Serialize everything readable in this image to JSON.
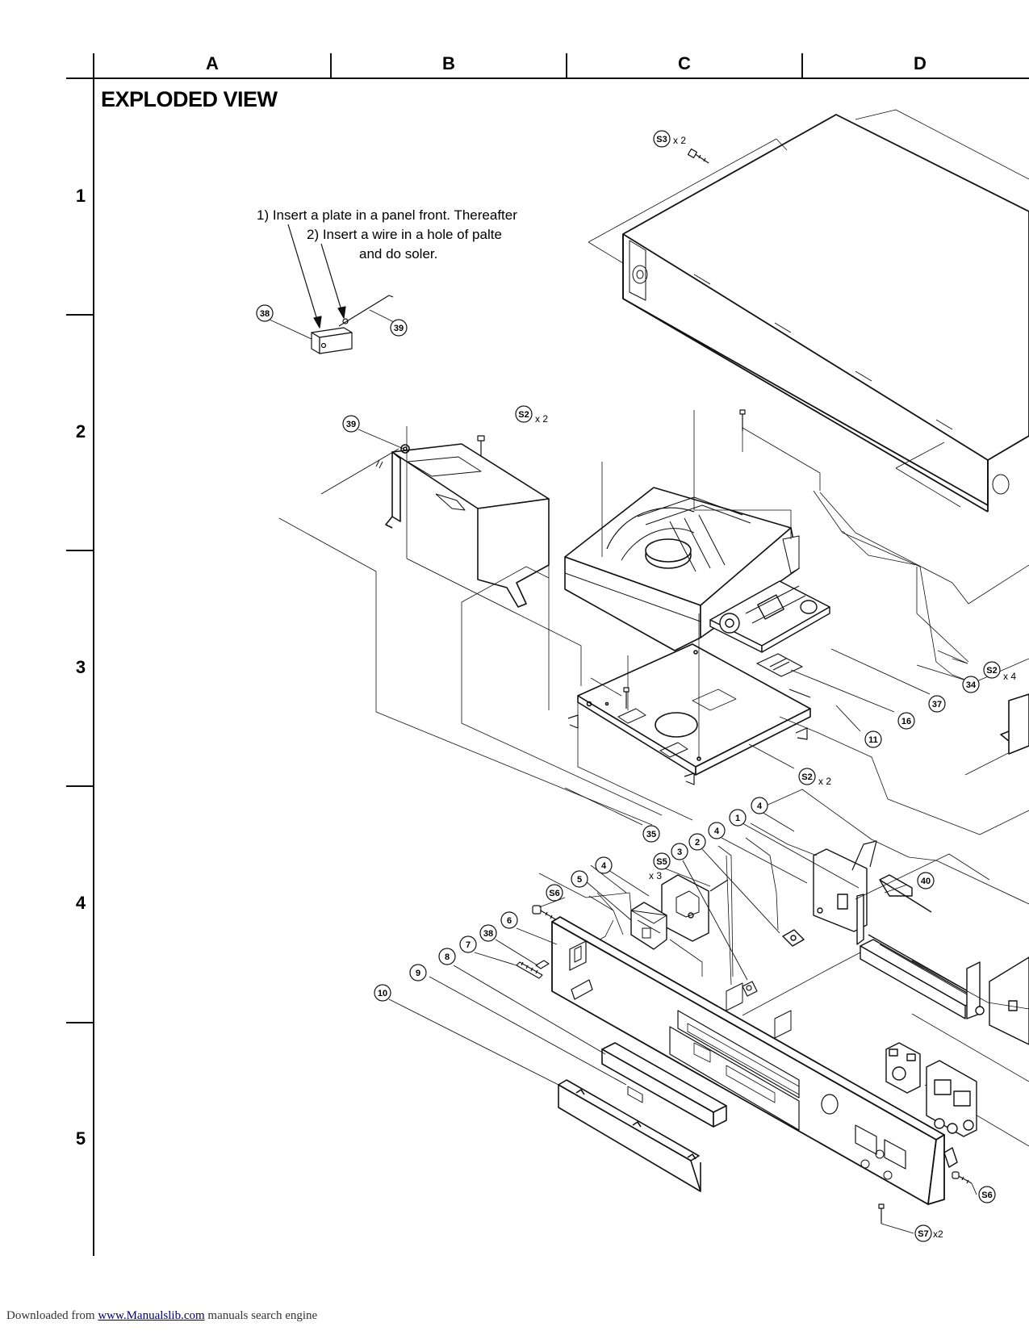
{
  "title": "EXPLODED VIEW",
  "columns": [
    "A",
    "B",
    "C",
    "D"
  ],
  "rows": [
    "1",
    "2",
    "3",
    "4",
    "5"
  ],
  "note": {
    "line1": "1) Insert a plate in a panel front. Thereafter",
    "line2": "2) Insert a wire in a hole of palte",
    "line3": "and do soler."
  },
  "callouts": [
    {
      "label": "S3",
      "mult": "x 2"
    },
    {
      "label": "38",
      "mult": ""
    },
    {
      "label": "39",
      "mult": ""
    },
    {
      "label": "39",
      "mult": ""
    },
    {
      "label": "S2",
      "mult": "x 2"
    },
    {
      "label": "S2",
      "mult": "x 4"
    },
    {
      "label": "34",
      "mult": ""
    },
    {
      "label": "37",
      "mult": ""
    },
    {
      "label": "16",
      "mult": ""
    },
    {
      "label": "11",
      "mult": ""
    },
    {
      "label": "S2",
      "mult": "x 2"
    },
    {
      "label": "35",
      "mult": ""
    },
    {
      "label": "4",
      "mult": ""
    },
    {
      "label": "1",
      "mult": ""
    },
    {
      "label": "4",
      "mult": ""
    },
    {
      "label": "2",
      "mult": ""
    },
    {
      "label": "3",
      "mult": ""
    },
    {
      "label": "S5",
      "mult": "x 3"
    },
    {
      "label": "4",
      "mult": ""
    },
    {
      "label": "5",
      "mult": ""
    },
    {
      "label": "S6",
      "mult": ""
    },
    {
      "label": "40",
      "mult": ""
    },
    {
      "label": "6",
      "mult": ""
    },
    {
      "label": "38",
      "mult": ""
    },
    {
      "label": "7",
      "mult": ""
    },
    {
      "label": "8",
      "mult": ""
    },
    {
      "label": "9",
      "mult": ""
    },
    {
      "label": "10",
      "mult": ""
    },
    {
      "label": "S6",
      "mult": ""
    },
    {
      "label": "S7",
      "mult": "x2"
    }
  ],
  "footer": {
    "prefix": "Downloaded from",
    "link": "www.Manualslib.com",
    "suffix": "manuals search engine"
  }
}
